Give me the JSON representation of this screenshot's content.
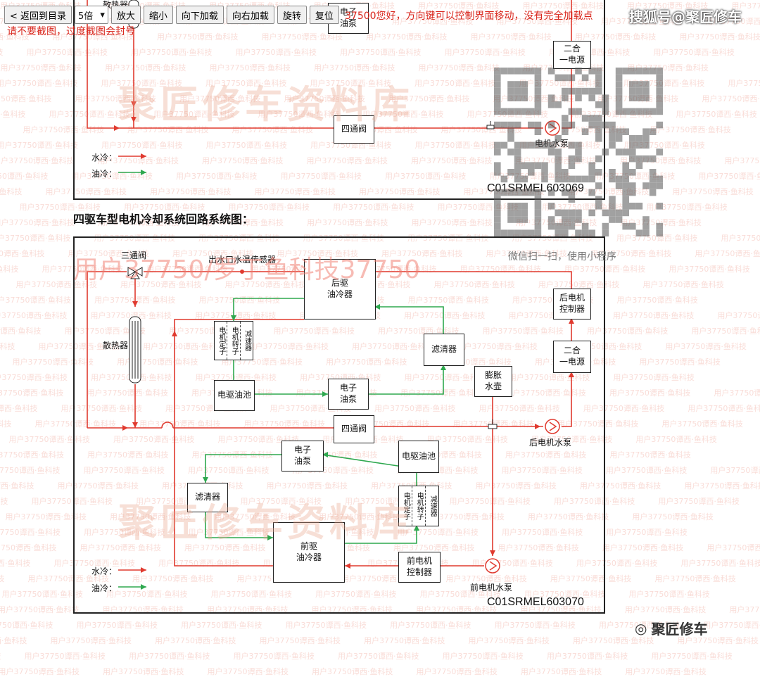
{
  "toolbar": {
    "back": "< 返回到目录",
    "zoom": "5倍",
    "zoom_in": "放大",
    "zoom_out": "缩小",
    "load_down": "向下加载",
    "load_right": "向右加载",
    "rotate": "旋转",
    "reset": "复位"
  },
  "notice": {
    "line1": "37500您好，方向键可以控制界面移动，没有完全加载点",
    "line2": "请不要截图，过度截图会封号"
  },
  "brand_top": "搜狐号@聚匠修车",
  "watermark": {
    "user": "用户37750/罗丁鱼科技37750",
    "big": "聚匠修车资料库",
    "small": "用户37750谭西·鱼科技"
  },
  "qr_caption": "微信扫一扫，使用小程序",
  "diagram1": {
    "radiator": "散热器",
    "pump_e": "电子\n油泵",
    "dc": "二合\n一电源",
    "valve4": "四通阀",
    "motor_pump": "电机水泵",
    "legend_water": "水冷：",
    "legend_oil": "油冷：",
    "code": "C01SRMEL603069"
  },
  "section_title": "四驱车型电机冷却系统回路系统图：",
  "diagram2": {
    "valve3": "三通阀",
    "sensor": "出水口水温传感器",
    "radiator": "散热器",
    "rear_cooler": "后驱\n油冷器",
    "rear_ctrl": "后电机\n控制器",
    "dc": "二合\n一电源",
    "filter_r": "滤清器",
    "stator_r": [
      "电机定子",
      "电机转子",
      "减速器"
    ],
    "oilpan_r": "电驱油池",
    "pump_r": "电子\n油泵",
    "tank": "膨胀\n水壶",
    "valve4": "四通阀",
    "rear_pump": "后电机水泵",
    "pump_f": "电子\n油泵",
    "oilpan_f": "电驱油池",
    "filter_f": "滤清器",
    "stator_f": [
      "电机定子",
      "电机转子",
      "减速器"
    ],
    "front_cooler": "前驱\n油冷器",
    "front_ctrl": "前电机\n控制器",
    "front_pump": "前电机水泵",
    "legend_water": "水冷：",
    "legend_oil": "油冷：",
    "code": "C01SRMEL603070"
  },
  "brand_bottom": "聚匠修车",
  "colors": {
    "water": "#e03a2f",
    "oil": "#2fa84f"
  }
}
